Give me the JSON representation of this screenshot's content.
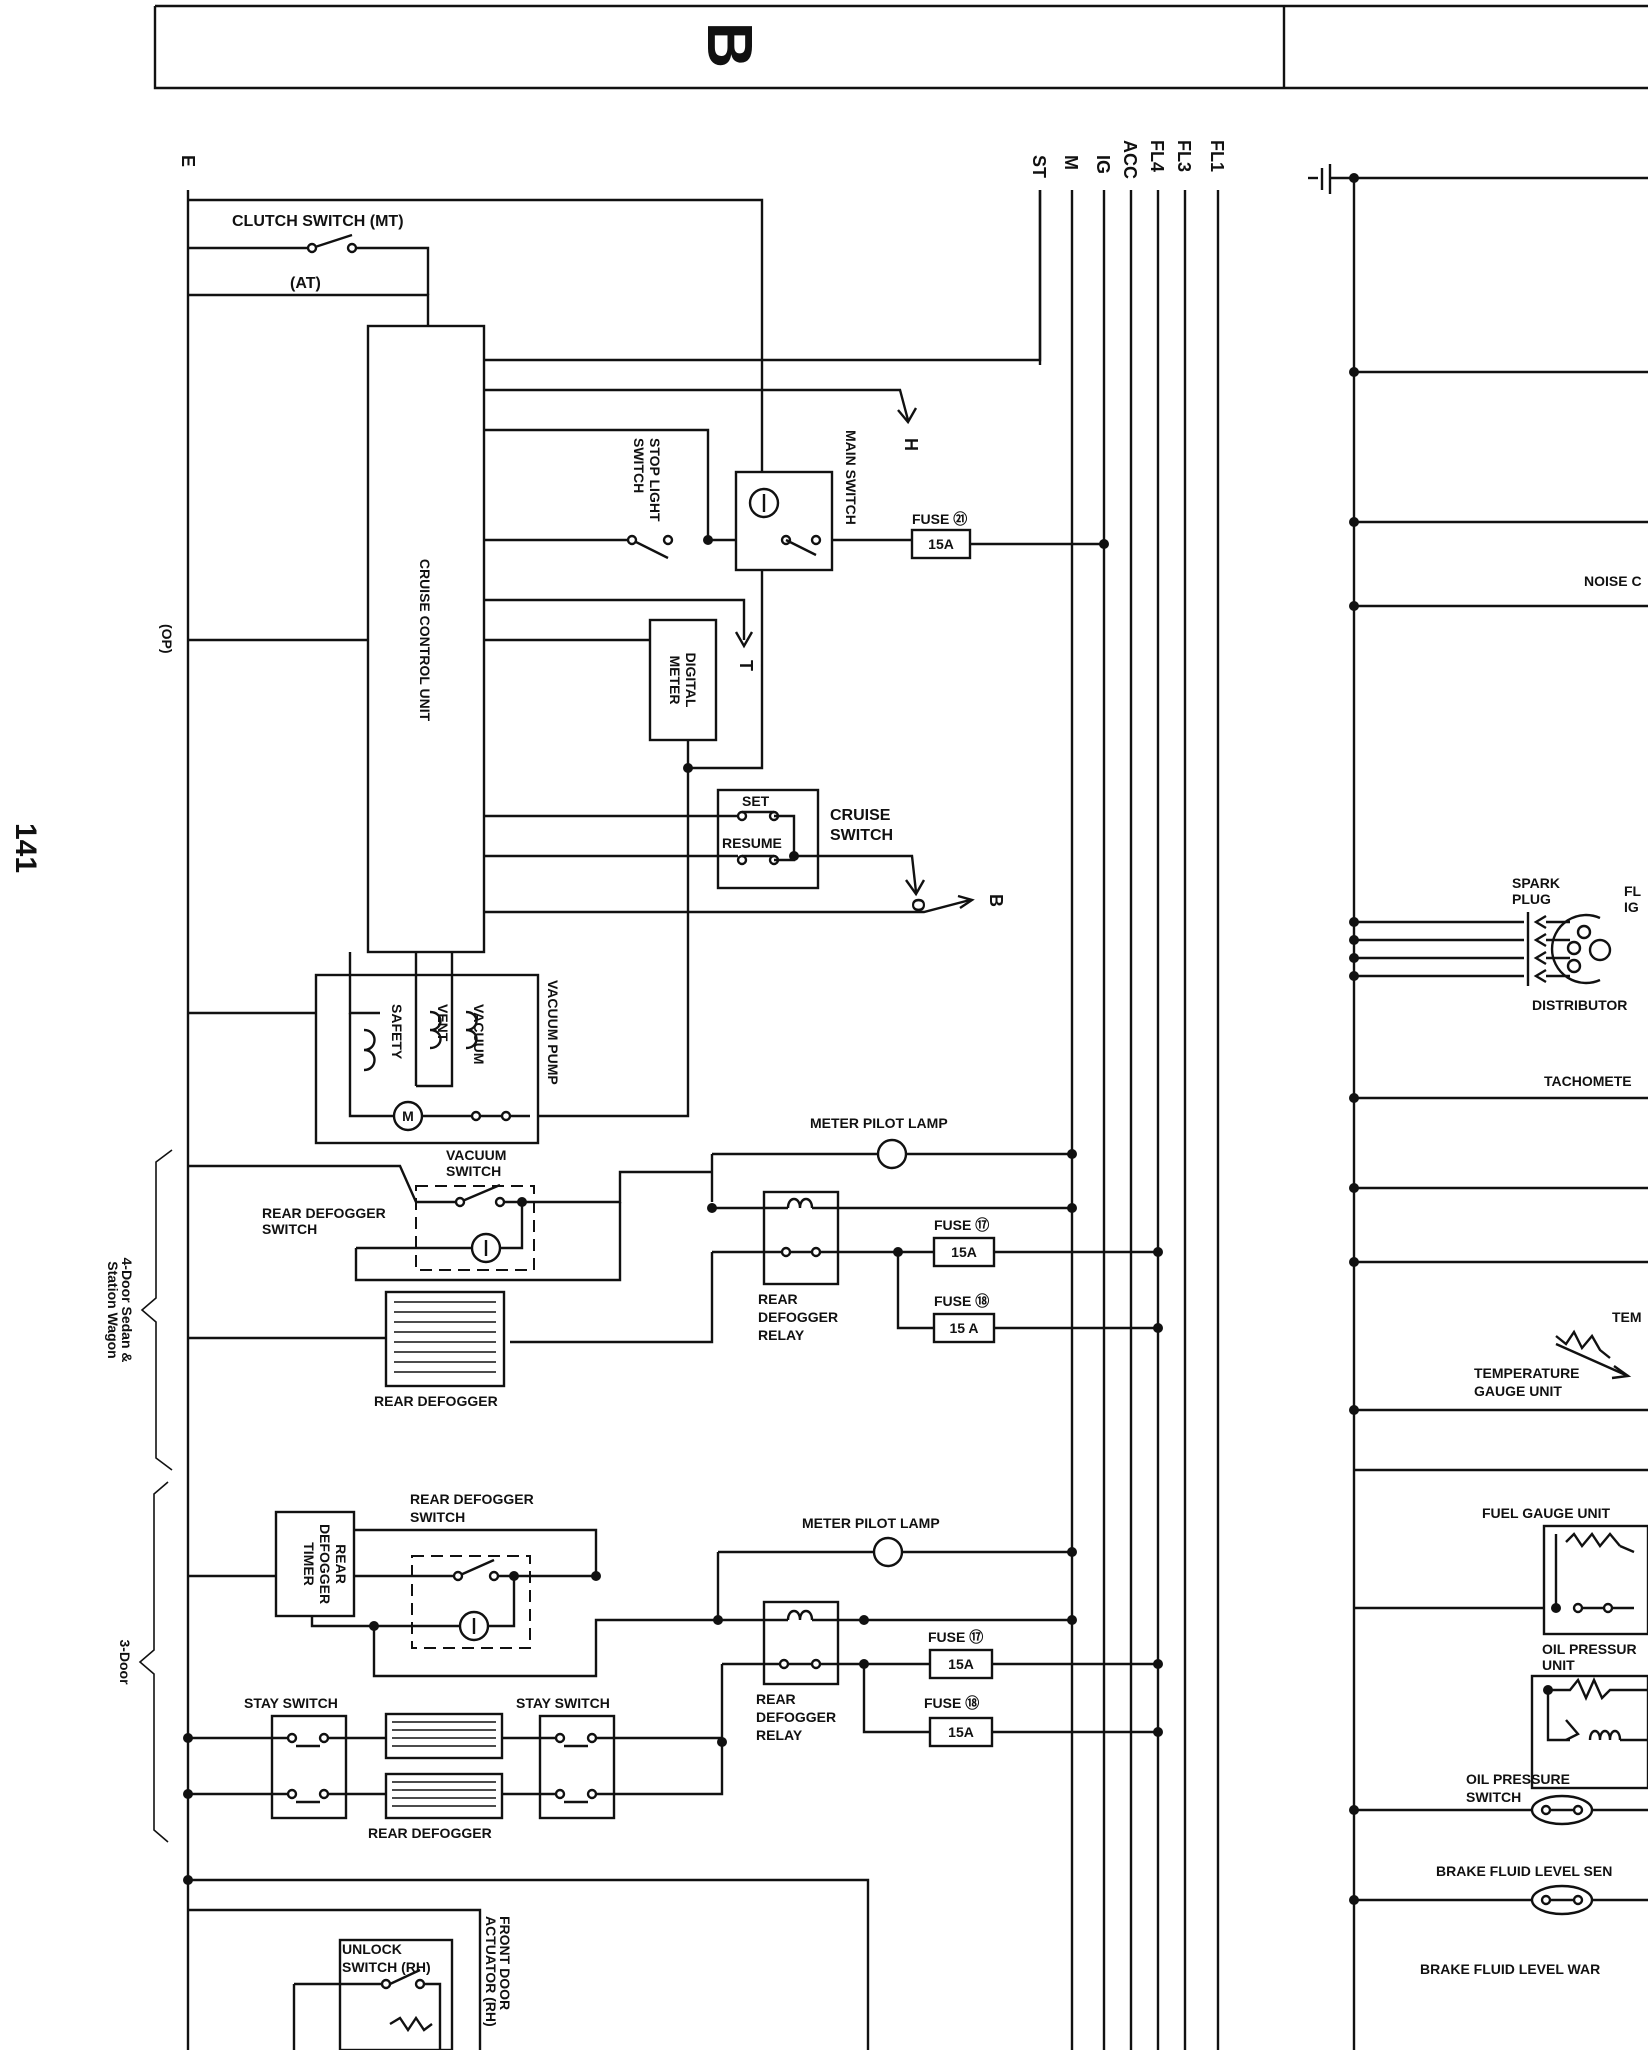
{
  "header": {
    "section_letter": "B"
  },
  "page_number": "141",
  "buses": {
    "e": "E",
    "st": "ST",
    "m": "M",
    "ig": "IG",
    "acc": "ACC",
    "fl4": "FL4",
    "fl3": "FL3",
    "fl1": "FL1"
  },
  "cruise": {
    "clutch_switch": "CLUTCH SWITCH (MT)",
    "at": "(AT)",
    "op": "(OP)",
    "control_unit": "CRUISE CONTROL UNIT",
    "stop_light_line1": "STOP LIGHT",
    "stop_light_line2": "SWITCH",
    "main_switch": "MAIN SWITCH",
    "fuse21_label": "FUSE ㉑",
    "fuse21_rating": "15A",
    "digital_meter_line1": "DIGITAL",
    "digital_meter_line2": "METER",
    "set": "SET",
    "resume": "RESUME",
    "cruise_switch_line1": "CRUISE",
    "cruise_switch_line2": "SWITCH",
    "vacuum_pump": "VACUUM PUMP",
    "safety": "SAFETY",
    "vent": "VENT",
    "vacuum": "VACUUM",
    "motor": "M",
    "conn_h": "H",
    "conn_t": "T",
    "conn_o": "O",
    "conn_b": "B"
  },
  "defogger_4door": {
    "group_label_line1": "4-Door Sedan &",
    "group_label_line2": "Station Wagon",
    "meter_pilot_lamp": "METER PILOT LAMP",
    "vacuum_switch_line1": "VACUUM",
    "vacuum_switch_line2": "SWITCH",
    "rear_defogger_switch_line1": "REAR DEFOGGER",
    "rear_defogger_switch_line2": "SWITCH",
    "relay_line1": "REAR",
    "relay_line2": "DEFOGGER",
    "relay_line3": "RELAY",
    "fuse17_label": "FUSE ⑰",
    "fuse17_rating": "15A",
    "fuse18_label": "FUSE ⑱",
    "fuse18_rating": "15 A",
    "rear_defogger": "REAR DEFOGGER"
  },
  "defogger_3door": {
    "group_label": "3-Door",
    "timer_line1": "REAR",
    "timer_line2": "DEFOGGER",
    "timer_line3": "TIMER",
    "switch_line1": "REAR DEFOGGER",
    "switch_line2": "SWITCH",
    "meter_pilot_lamp": "METER PILOT LAMP",
    "fuse17_label": "FUSE ⑰",
    "fuse17_rating": "15A",
    "fuse18_label": "FUSE ⑱",
    "fuse18_rating": "15A",
    "relay_line1": "REAR",
    "relay_line2": "DEFOGGER",
    "relay_line3": "RELAY",
    "stay_switch_left": "STAY SWITCH",
    "stay_switch_right": "STAY SWITCH",
    "rear_defogger": "REAR DEFOGGER"
  },
  "door": {
    "unlock_line1": "UNLOCK",
    "unlock_line2": "SWITCH (RH)",
    "actuator_line1": "FRONT DOOR",
    "actuator_line2": "ACTUATOR (RH)"
  },
  "right_panel": {
    "noise": "NOISE C",
    "spark_plug_line1": "SPARK",
    "spark_plug_line2": "PLUG",
    "fl_ig_line1": "FL",
    "fl_ig_line2": "IG",
    "distributor": "DISTRIBUTOR",
    "tachometer": "TACHOMETE",
    "tem": "TEM",
    "temp_gauge_line1": "TEMPERATURE",
    "temp_gauge_line2": "GAUGE UNIT",
    "fuel_gauge": "FUEL GAUGE UNIT",
    "oil_pressure_unit_line1": "OIL PRESSUR",
    "oil_pressure_unit_line2": "UNIT",
    "oil_pressure_switch_line1": "OIL PRESSURE",
    "oil_pressure_switch_line2": "SWITCH",
    "brake_fluid_sensor": "BRAKE FLUID LEVEL SEN",
    "brake_fluid_warning": "BRAKE FLUID LEVEL WAR"
  }
}
